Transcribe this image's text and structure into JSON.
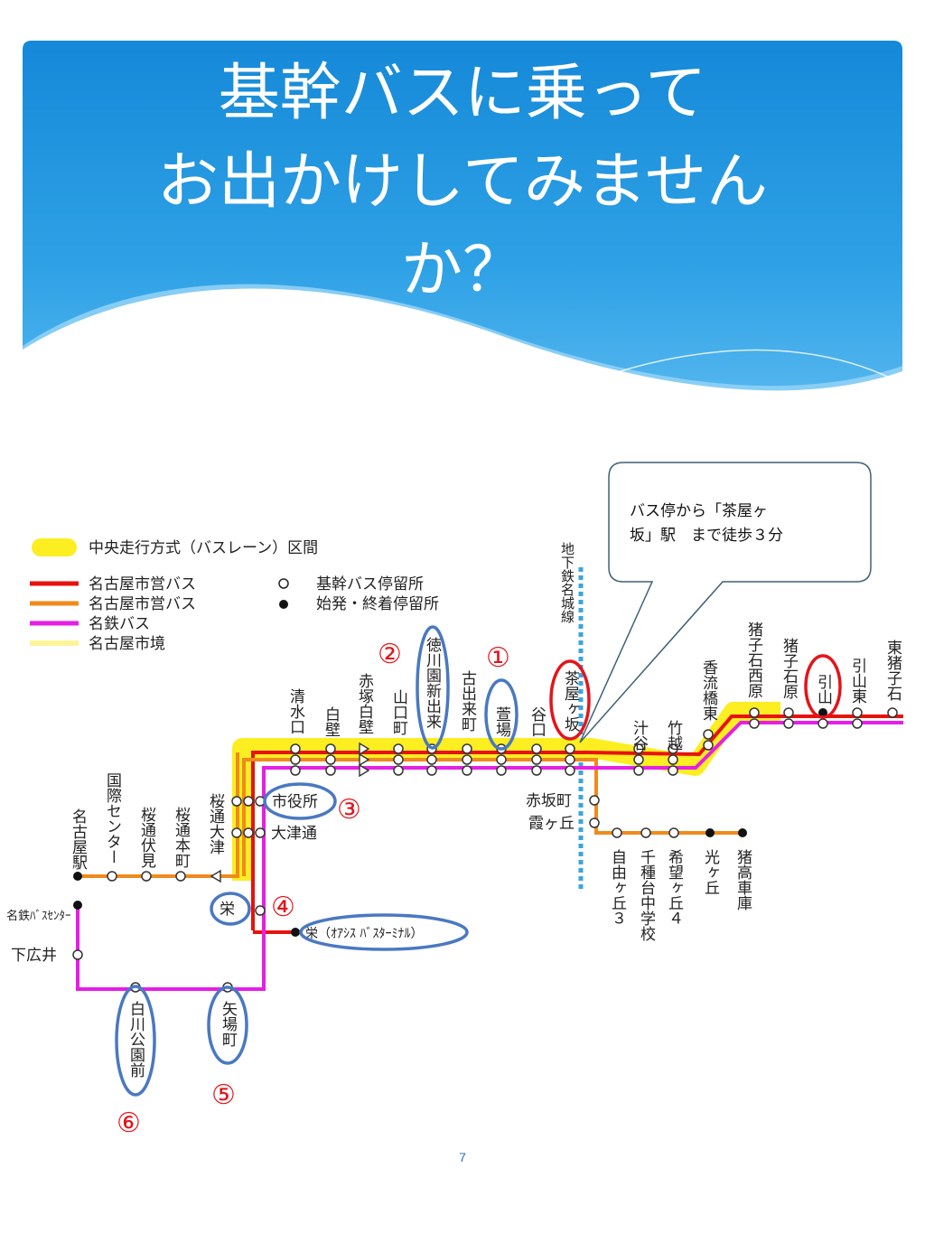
{
  "slide": {
    "title_lines": [
      "基幹バスに乗って",
      "お出かけしてみません",
      "か？"
    ],
    "page_number": "7"
  },
  "colors": {
    "banner_blue": "#1a8fdc",
    "route_red": "#e8120c",
    "route_orange": "#f08a1c",
    "route_magenta": "#e61ee6",
    "bus_lane_yellow": "#fcee21",
    "boundary_yellow": "#fdf59a",
    "subway_blue": "#3aa4e0",
    "annotation_blue": "#4a78c2",
    "annotation_red": "#e4141a"
  },
  "legend": {
    "items": [
      {
        "swatch": "bus-lane",
        "label": "中央走行方式（バスレーン）区間"
      },
      {
        "swatch": "red",
        "label": "名古屋市営バス"
      },
      {
        "swatch": "orange",
        "label": "名古屋市営バス"
      },
      {
        "swatch": "magenta",
        "label": "名鉄バス"
      },
      {
        "swatch": "boundary",
        "label": "名古屋市境"
      }
    ],
    "stop_types": [
      {
        "symbol": "○",
        "label": "基幹バス停留所"
      },
      {
        "symbol": "●",
        "label": "始発・終着停留所"
      }
    ]
  },
  "subway": {
    "label": "地下鉄名城線"
  },
  "callout": {
    "lines": [
      "バス停から「茶屋ヶ",
      "坂」駅　まで徒歩３分"
    ]
  },
  "stops": {
    "shimizuguchi": "清水口",
    "shirakabe": "白壁",
    "akatsuka_shirakabe": "赤塚白壁",
    "yamaguchicho": "山口町",
    "tokugawaen": "徳川園新出来",
    "furudekimachi": "古出来町",
    "kayaba": "萱場",
    "taniguchi": "谷口",
    "chayagasaka": "茶屋ヶ坂",
    "shirutani": "汁谷",
    "takekoshi": "竹越",
    "koryubashi_higashi": "香流橋東",
    "inokoishi_nishihara": "猪子石西原",
    "inokoishihara": "猪子石原",
    "hikiyama": "引山",
    "hikiyama_higashi": "引山東",
    "higashi_inokoishi": "東猪子石",
    "shiyakusho": "市役所",
    "otsudori": "大津通",
    "sakae": "栄",
    "oasis": "栄（ｵｱｼｽ ﾊﾞｽﾀｰﾐﾅﾙ）",
    "akasakacho": "赤坂町",
    "kasumigaoka": "霞ヶ丘",
    "jiyugaoka3": "自由ヶ丘３",
    "chikusadai": "千種台中学校",
    "kibougaoka4": "希望ヶ丘４",
    "hikarigaoka": "光ヶ丘",
    "ikadaka": "猪高車庫",
    "nagoya_station": "名古屋駅",
    "kokusai_center": "国際センター",
    "sakuradori_fushimi": "桜通伏見",
    "sakuradori_honmachi": "桜通本町",
    "sakuradori_otsu": "桜通大津",
    "meitetsu_bc": "名鉄ﾊﾞｽｾﾝﾀｰ",
    "shimohiroi": "下広井",
    "shirakawa_koen": "白川公園前",
    "yabacho": "矢場町"
  },
  "markers": [
    "①",
    "②",
    "③",
    "④",
    "⑤",
    "⑥"
  ]
}
